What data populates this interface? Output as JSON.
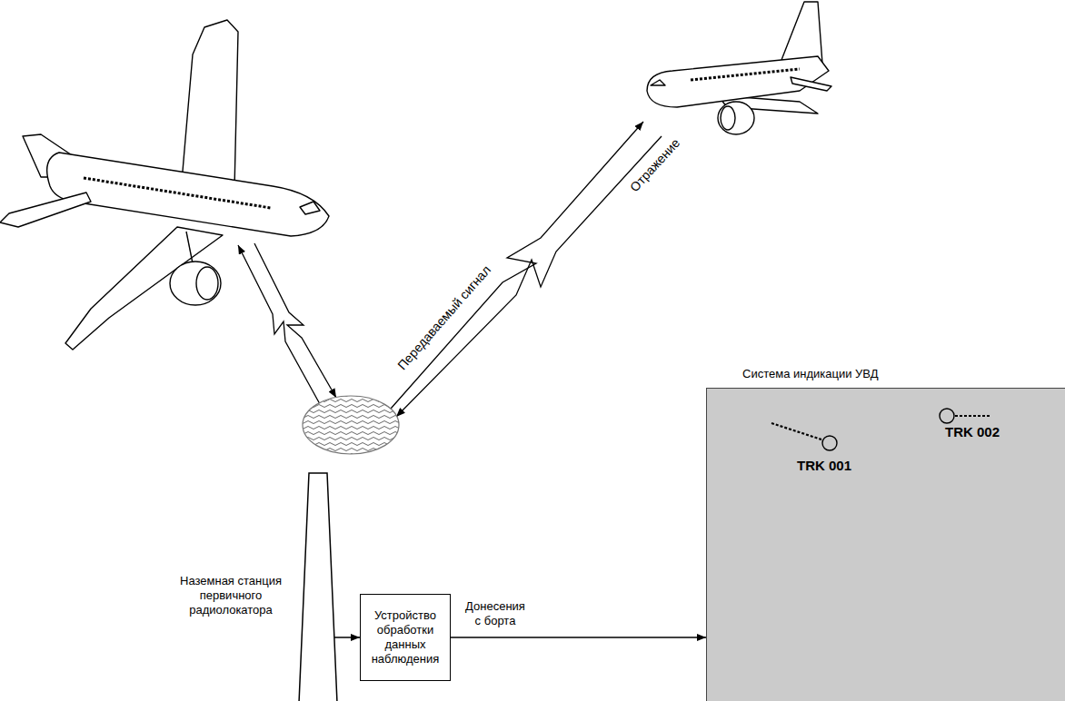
{
  "diagram": {
    "nodes": [
      {
        "text": [
          "Наземная станция первичного радиолокатора"
        ]
      },
      {
        "text": [
          "Устройство обработки данных наблюдения"
        ]
      },
      {
        "text": [
          "Система индикации УВД"
        ]
      }
    ],
    "edges": [
      {
        "from": 0,
        "to": 1,
        "arrow": "to"
      },
      {
        "from": 1,
        "to": 2,
        "label": "Донесения с борта",
        "arrow": "to"
      }
    ],
    "labels": [
      "Передаваемый сигнал",
      "Отражение",
      "TRK 001",
      "TRK 002"
    ]
  }
}
